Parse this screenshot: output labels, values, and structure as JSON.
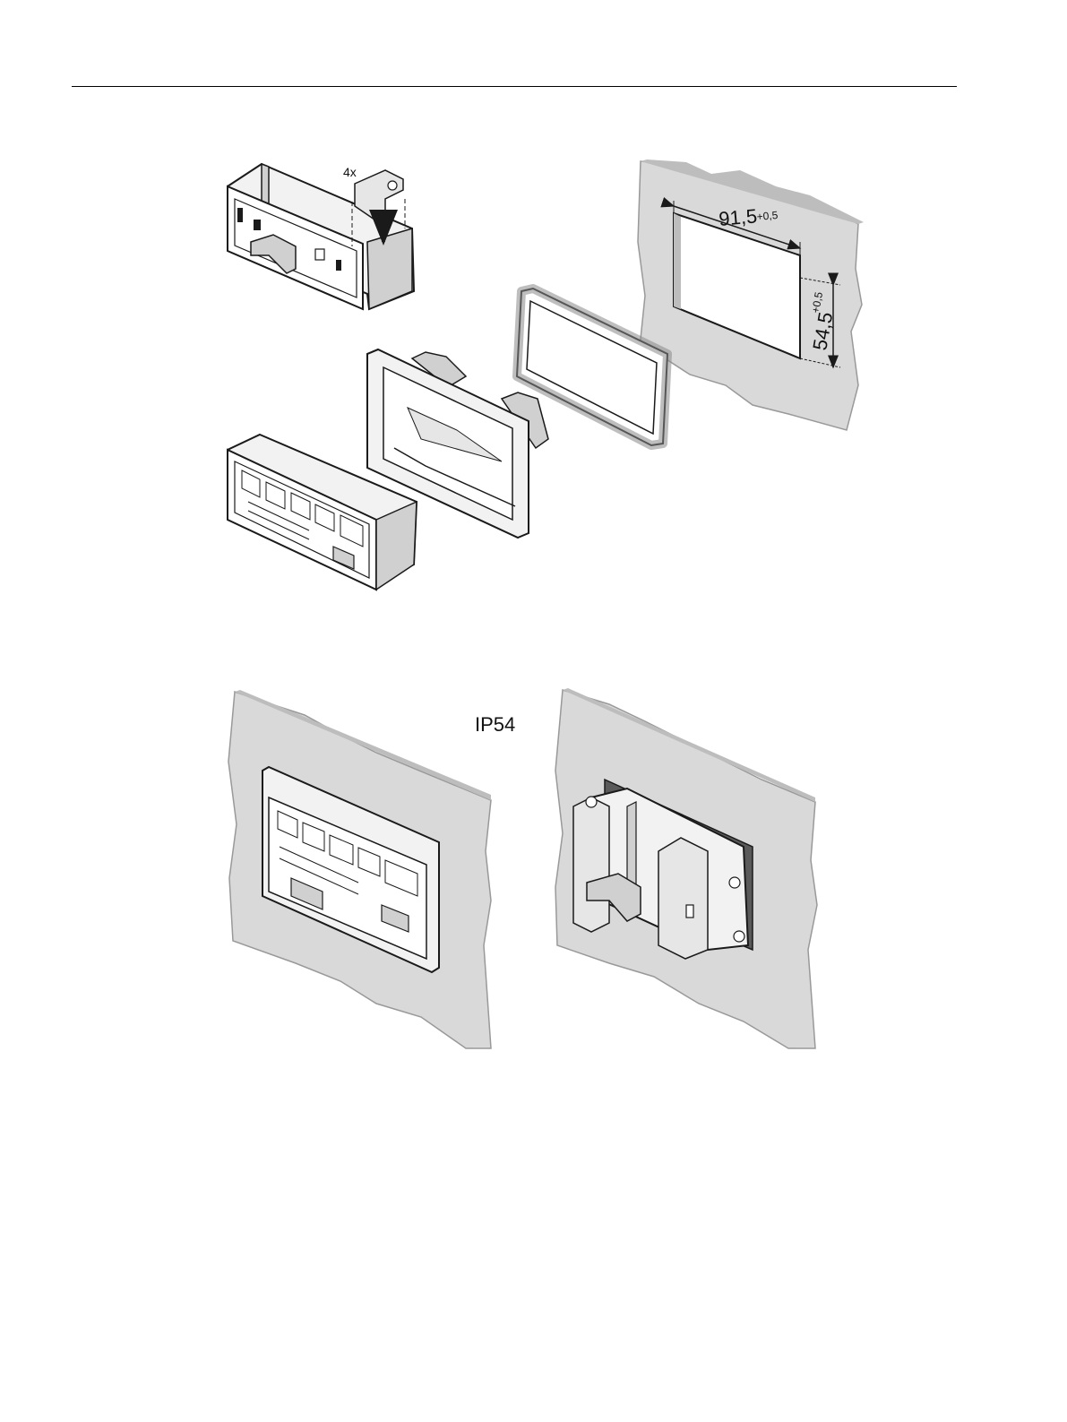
{
  "diagram": {
    "top": {
      "qty_label": "4x",
      "width_dim": "91,5",
      "width_tol": "+0,5",
      "height_dim": "54,5",
      "height_tol": "+0,5"
    },
    "bottom": {
      "rating_label": "IP54"
    }
  },
  "colors": {
    "panel": "#d9d9d9",
    "panel_edge": "#bdbdbd",
    "line": "#1a1a1a",
    "part_fill": "#f2f2f2",
    "part_shade": "#d0d0d0"
  }
}
